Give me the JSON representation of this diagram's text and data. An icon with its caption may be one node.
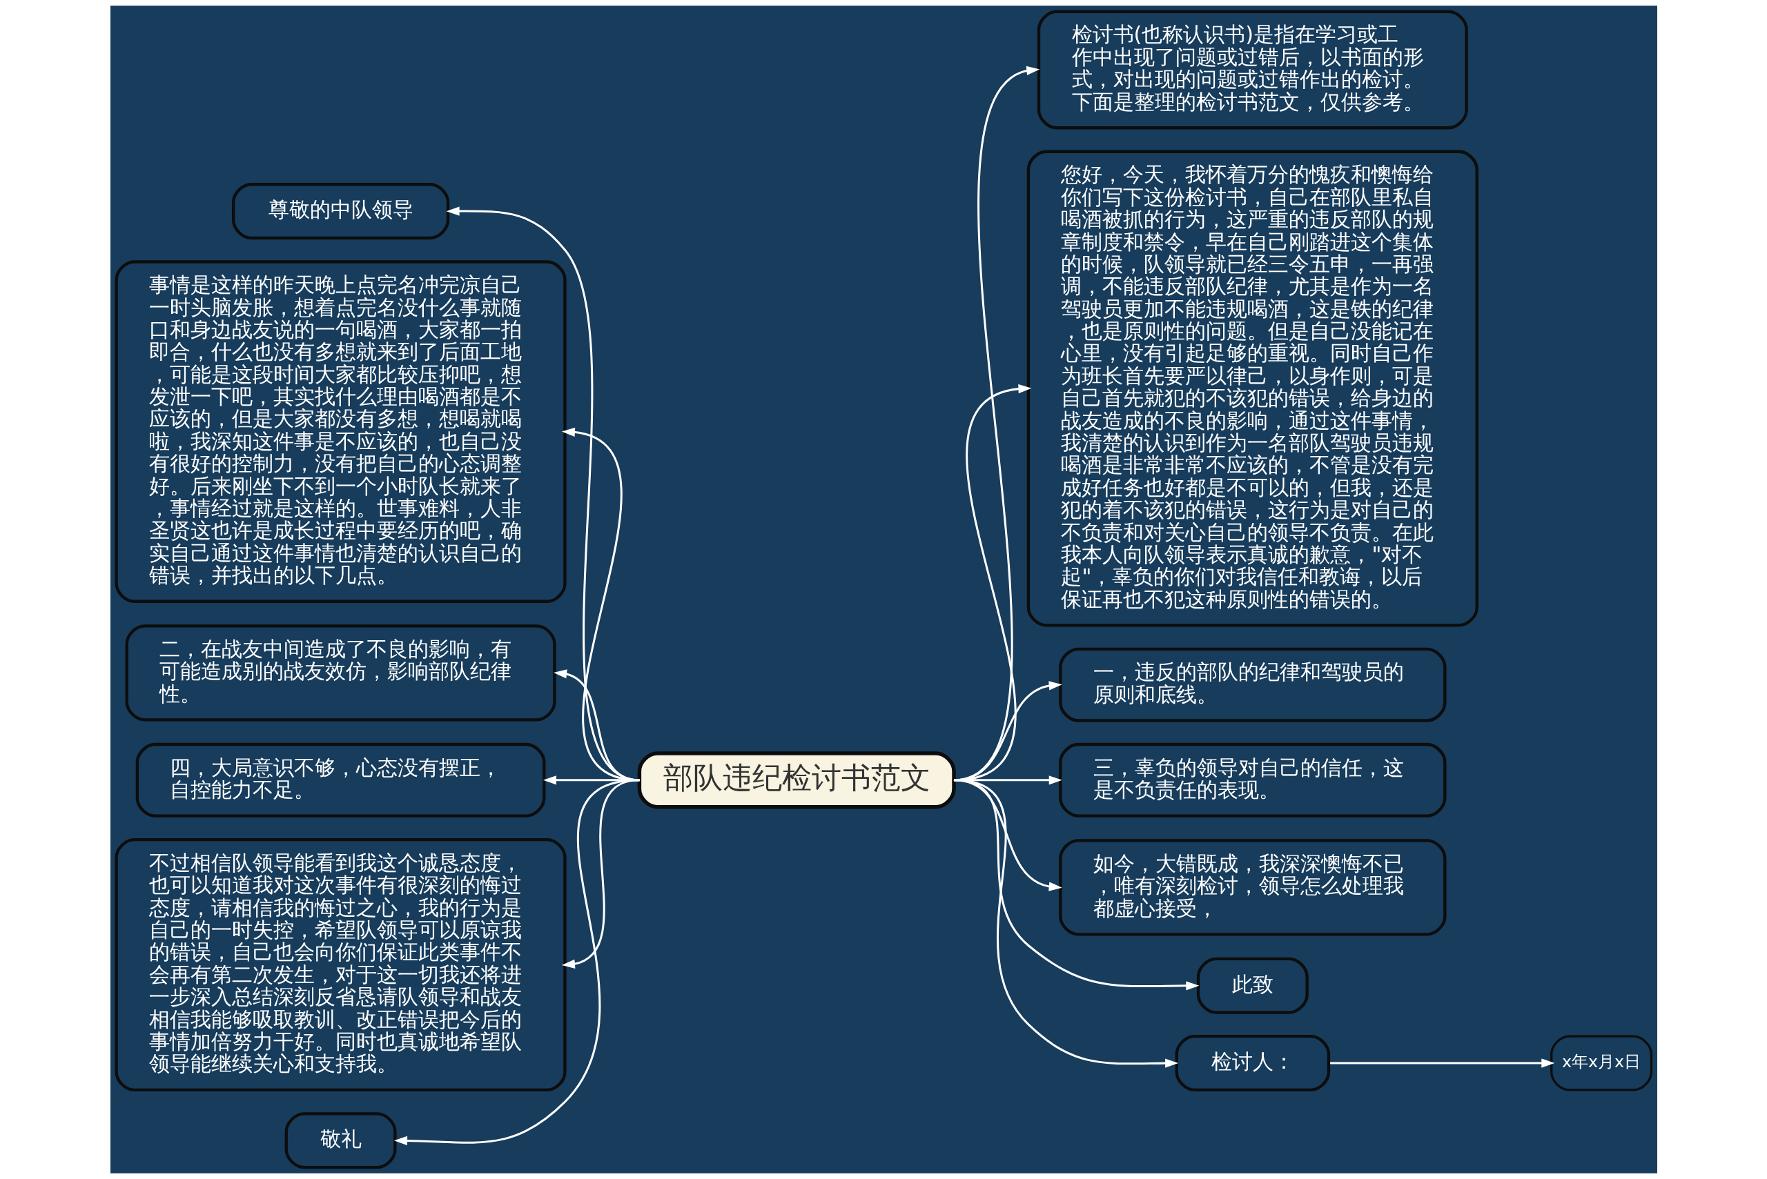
{
  "diagram": {
    "nodes": [
      {
        "text": [
          "部队违纪检讨书范文"
        ]
      },
      {
        "text": [
          "尊敬的中队领导"
        ]
      },
      {
        "text": [
          "事情是这样的昨天晚上点完名冲完凉自己一时头脑发胀，想着点完名没什么事就随口和身边战友说的一句喝酒，大家都一拍即合，什么也没有多想就来到了后面工地，可能是这段时间大家都比较压抑吧，想发泄一下吧，其实找什么理由喝酒都是不应该的，但是大家都没有多想，想喝就喝啦，我深知这件事是不应该的，也自己没有很好的控制力，没有把自己的心态调整好。后来刚坐下不到一个小时队长就来了，事情经过就是这样的。世事难料，人非圣贤这也许是成长过程中要经历的吧，确实自己通过这件事情也清楚的认识自己的错误，并找出的以下几点。"
        ]
      },
      {
        "text": [
          "二，在战友中间造成了不良的影响，有可能造成别的战友效仿，影响部队纪律性。"
        ]
      },
      {
        "text": [
          "四，大局意识不够，心态没有摆正，自控能力不足。"
        ]
      },
      {
        "text": [
          "不过相信队领导能看到我这个诚恳态度，也可以知道我对这次事件有很深刻的悔过态度，请相信我的悔过之心，我的行为是自己的一时失控，希望队领导可以原谅我的错误，自己也会向你们保证此类事件不会再有第二次发生，对于这一切我还将进一步深入总结深刻反省恳请队领导和战友相信我能够吸取教训、改正错误把今后的事情加倍努力干好。同时也真诚地希望队领导能继续关心和支持我。"
        ]
      },
      {
        "text": [
          "敬礼"
        ]
      },
      {
        "text": [
          "检讨书(也称认识书)是指在学习或工作中出现了问题或过错后，以书面的形式，对出现的问题或过错作出的检讨。下面是整理的检讨书范文，仅供参考。"
        ]
      },
      {
        "text": [
          "您好，今天，我怀着万分的愧疚和懊悔给你们写下这份检讨书，自己在部队里私自喝酒被抓的行为，这严重的违反部队的规章制度和禁令，早在自己刚踏进这个集体的时候，队领导就已经三令五申，一再强调，不能违反部队纪律，尤其是作为一名驾驶员更加不能违规喝酒，这是铁的纪律，也是原则性的问题。但是自己没能记在心里，没有引起足够的重视。同时自己作为班长首先要严以律己，以身作则，可是自己首先就犯的不该犯的错误，给身边的战友造成的不良的影响，通过这件事情，我清楚的认识到作为一名部队驾驶员违规喝酒是非常非常不应该的，不管是没有完成好任务也好都是不可以的，但我，还是犯的着不该犯的错误，这行为是对自己的不负责和对关心自己的领导不负责。在此我本人向队领导表示真诚的歉意，\"对不起\"，辜负的你们对我信任和教诲，以后保证再也不犯这种原则性的错误的。"
        ]
      },
      {
        "text": [
          "一，违反的部队的纪律和驾驶员的原则和底线。"
        ]
      },
      {
        "text": [
          "三，辜负的领导对自己的信任，这是不负责任的表现。"
        ]
      },
      {
        "text": [
          "如今，大错既成，我深深懊悔不已，唯有深刻检讨，领导怎么处理我都虚心接受，"
        ]
      },
      {
        "text": [
          "此致"
        ]
      },
      {
        "text": [
          "检讨人："
        ]
      },
      {
        "text": [
          "x年x月x日"
        ]
      }
    ],
    "edges": [
      {
        "from": 0,
        "to": 1,
        "arrow": "to"
      },
      {
        "from": 0,
        "to": 2,
        "arrow": "to"
      },
      {
        "from": 0,
        "to": 3,
        "arrow": "to"
      },
      {
        "from": 0,
        "to": 4,
        "arrow": "to"
      },
      {
        "from": 0,
        "to": 5,
        "arrow": "to"
      },
      {
        "from": 0,
        "to": 6,
        "arrow": "to"
      },
      {
        "from": 0,
        "to": 7,
        "arrow": "to"
      },
      {
        "from": 0,
        "to": 8,
        "arrow": "to"
      },
      {
        "from": 0,
        "to": 9,
        "arrow": "to"
      },
      {
        "from": 0,
        "to": 10,
        "arrow": "to"
      },
      {
        "from": 0,
        "to": 11,
        "arrow": "to"
      },
      {
        "from": 0,
        "to": 12,
        "arrow": "to"
      },
      {
        "from": 0,
        "to": 13,
        "arrow": "to"
      },
      {
        "from": 13,
        "to": 14,
        "arrow": "to"
      }
    ]
  }
}
